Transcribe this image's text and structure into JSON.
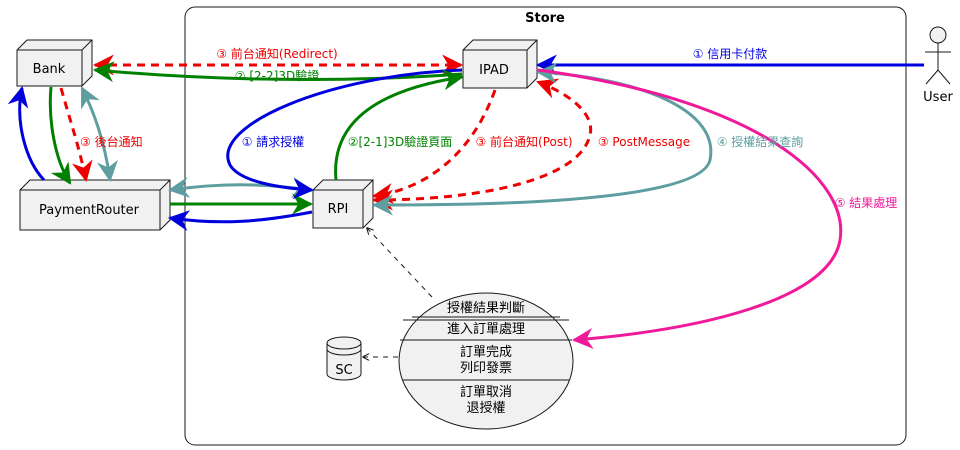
{
  "diagram": {
    "store_title": "Store",
    "nodes": {
      "bank": "Bank",
      "ipad": "IPAD",
      "payment_router": "PaymentRouter",
      "rpi": "RPI",
      "sc": "SC",
      "user": "User"
    },
    "decision": {
      "title": "授權結果判斷",
      "row1": "進入訂單處理",
      "row2_line1": "訂單完成",
      "row2_line2": "列印發票",
      "row3_line1": "訂單取消",
      "row3_line2": "退授權"
    },
    "edges": {
      "ipad_to_bank_redirect": "③ 前台通知(Redirect)",
      "ipad_to_bank_3d": "② [2-2]3D驗證",
      "user_to_ipad": "① 信用卡付款",
      "bank_backend_notify": "③ 後台通知",
      "ipad_to_rpi_request": "① 請求授權",
      "rpi_to_ipad_3dpage": "②[2-1]3D驗證頁面",
      "ipad_to_rpi_post": "③ 前台通知(Post)",
      "rpi_ipad_postmessage": "③ PostMessage",
      "ipad_rpi_query": "④ 授權結果查詢",
      "ipad_result_process": "⑤ 結果處理"
    },
    "colors": {
      "blue": "#0000dd",
      "green": "#008000",
      "red": "#ee0000",
      "teal": "#5f9ea0",
      "pink": "#f0199a",
      "node_fill": "#f1f1f1",
      "node_stroke": "#181818"
    }
  }
}
